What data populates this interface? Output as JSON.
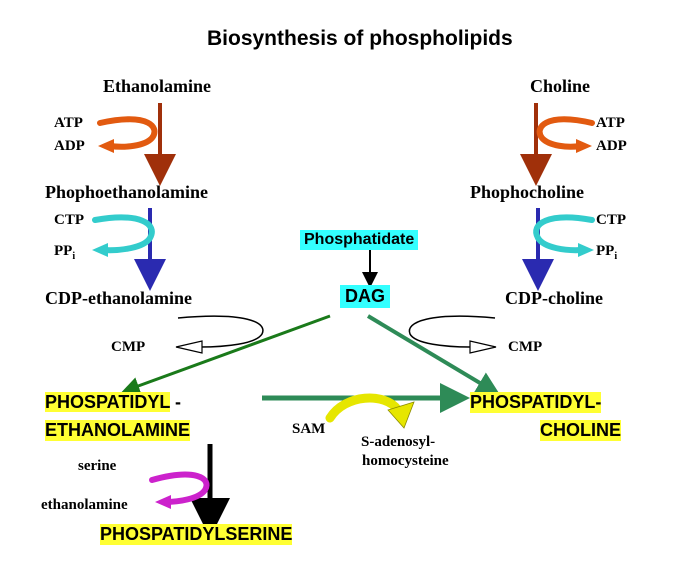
{
  "title": "Biosynthesis of phospholipids",
  "left": {
    "start": "Ethanolamine",
    "atp": "ATP",
    "adp": "ADP",
    "mid": "Phophoethanolamine",
    "ctp": "CTP",
    "pp": "PP",
    "pp_sub": "i",
    "cdp": "CDP-ethanolamine",
    "cmp": "CMP"
  },
  "right": {
    "start": "Choline",
    "atp": "ATP",
    "adp": "ADP",
    "mid": "Phophocholine",
    "ctp": "CTP",
    "pp": "PP",
    "pp_sub": "i",
    "cdp": "CDP-choline",
    "cmp": "CMP"
  },
  "center": {
    "phosphatidate": "Phosphatidate",
    "dag": "DAG"
  },
  "products": {
    "pe_line1": "PHOSPATIDYL",
    "pe_dash": "-",
    "pe_line2": "ETHANOLAMINE",
    "pc_line1": "PHOSPATIDYL-",
    "pc_line2": "CHOLINE",
    "ps": "PHOSPATIDYLSERINE"
  },
  "methylation": {
    "sam": "SAM",
    "sah_line1": "S-adenosyl-",
    "sah_line2": "homocysteine"
  },
  "serine_exchange": {
    "serine": "serine",
    "ethanolamine": "ethanolamine"
  },
  "colors": {
    "highlight_yellow": "#ffff33",
    "highlight_cyan": "#33ffff",
    "kinase_arrow": "#e25a10",
    "kinase_stem": "#a0300a",
    "ct_arrow": "#33cccc",
    "ct_stem": "#2a2ab0",
    "green_arrow": "#1a7a1a",
    "teal_arrow": "#2e8b57",
    "methyl_arrow": "#e6e600",
    "serine_arrow": "#cc22cc"
  }
}
